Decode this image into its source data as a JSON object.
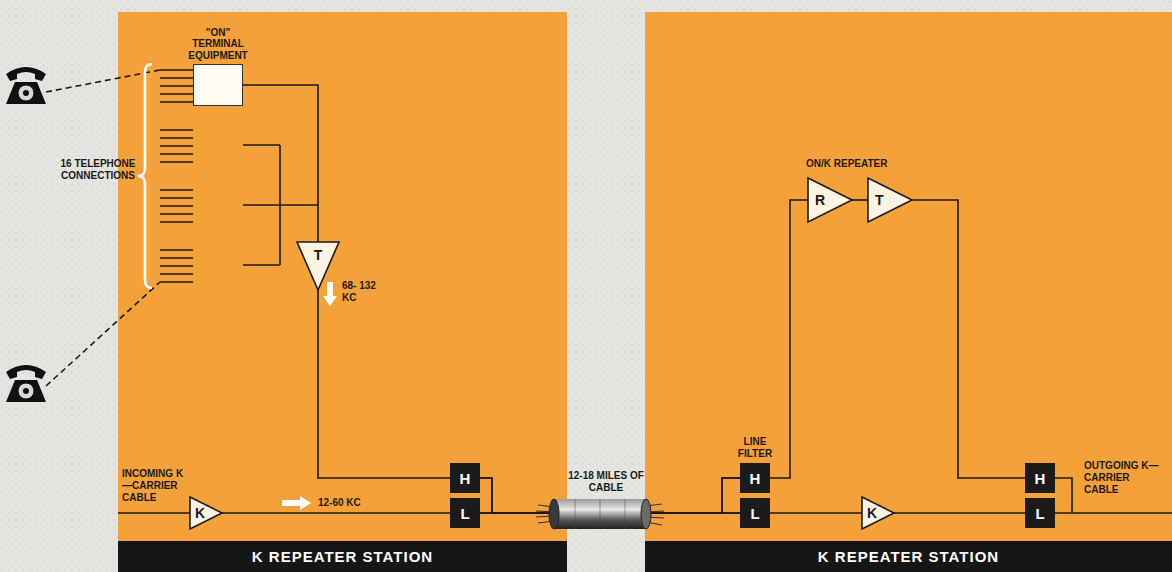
{
  "diagram": {
    "nodes": [
      {
        "text": [
          "K REPEATER STATION"
        ]
      },
      {
        "text": [
          "\"ON\" TERMINAL EQUIPMENT"
        ],
        "in": 0
      },
      {
        "text": [
          "T"
        ],
        "in": 0
      },
      {
        "text": [
          "K"
        ],
        "in": 0
      },
      {
        "text": [
          "H"
        ],
        "in": 0
      },
      {
        "text": [
          "L"
        ],
        "in": 0
      },
      {
        "text": [
          "K REPEATER STATION"
        ]
      },
      {
        "text": [
          "LINE FILTER",
          "H"
        ],
        "in": 6
      },
      {
        "text": [
          "L"
        ],
        "in": 6
      },
      {
        "text": [
          "R"
        ],
        "in": 6
      },
      {
        "text": [
          "T"
        ],
        "in": 6
      },
      {
        "text": [
          "K"
        ],
        "in": 6
      },
      {
        "text": [
          "H"
        ],
        "in": 6
      },
      {
        "text": [
          "L"
        ],
        "in": 6
      }
    ],
    "edges": [
      {
        "from": 1,
        "to": 2,
        "arrow": "none"
      },
      {
        "from": 2,
        "to": 4,
        "arrow": "none"
      },
      {
        "from": 3,
        "to": 5,
        "arrow": "none"
      },
      {
        "from": 4,
        "to": 7,
        "arrow": "none"
      },
      {
        "from": 4,
        "to": 8,
        "arrow": "none"
      },
      {
        "from": 5,
        "to": 7,
        "arrow": "none"
      },
      {
        "from": 5,
        "to": 8,
        "arrow": "none"
      },
      {
        "from": 8,
        "to": 11,
        "arrow": "none"
      },
      {
        "from": 11,
        "to": 13,
        "arrow": "none"
      },
      {
        "from": 7,
        "to": 9,
        "arrow": "none"
      },
      {
        "from": 9,
        "to": 10,
        "arrow": "none"
      },
      {
        "from": 10,
        "to": 12,
        "arrow": "none"
      }
    ],
    "labels": [
      "16 TELEPHONE CONNECTIONS",
      "68- 132 KC",
      "12-60 KC",
      "INCOMING K—CARRIER CABLE",
      "12-18 MILES OF CABLE",
      "ON/K REPEATER",
      "OUTGOING K—CARRIER CABLE"
    ]
  }
}
